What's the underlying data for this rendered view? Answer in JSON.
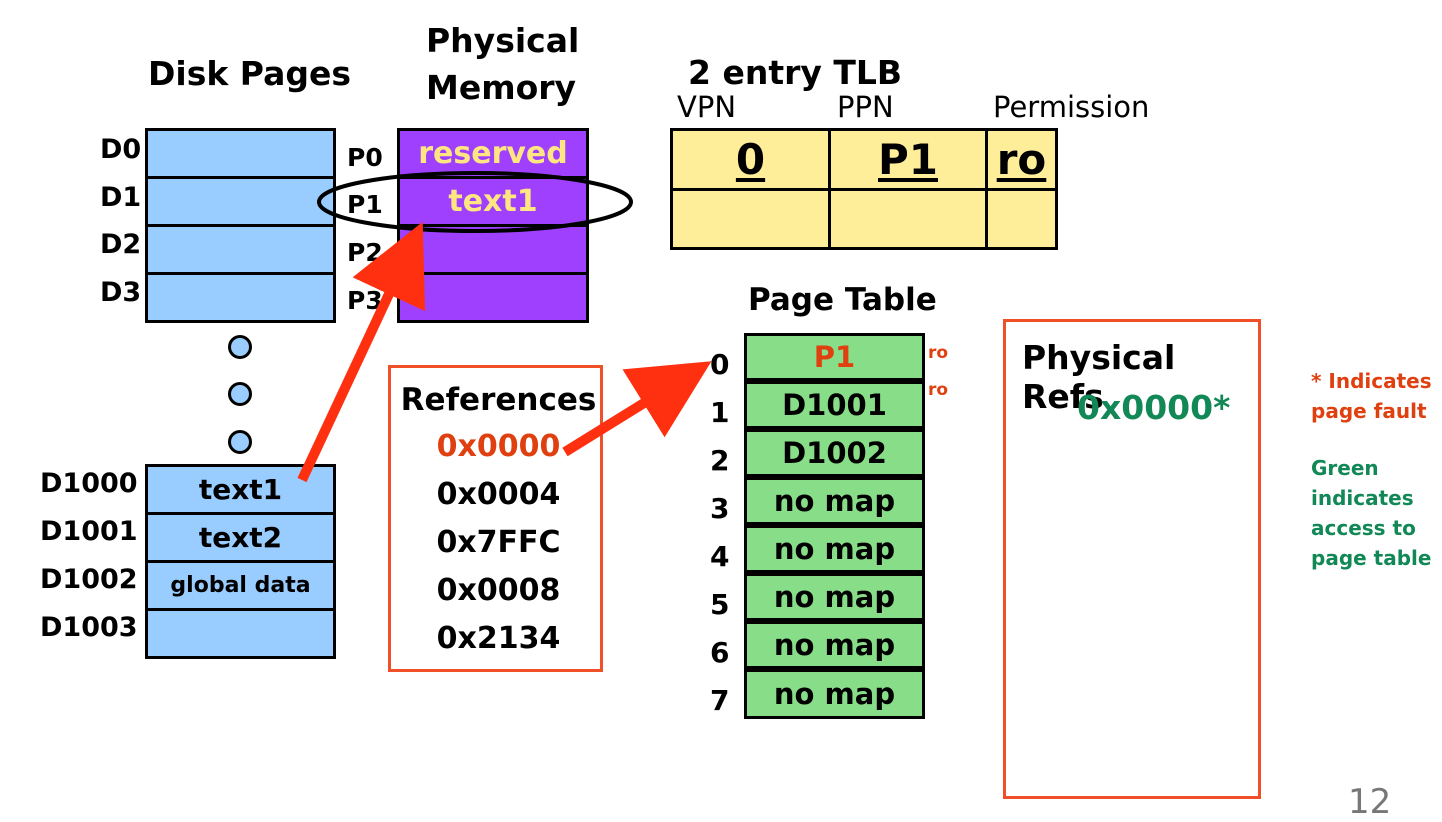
{
  "disk": {
    "title": "Disk Pages",
    "top_labels": [
      "D0",
      "D1",
      "D2",
      "D3"
    ],
    "bottom_labels": [
      "D1000",
      "D1001",
      "D1002",
      "D1003"
    ],
    "bottom_cells": [
      "text1",
      "text2",
      "global data",
      ""
    ]
  },
  "memory": {
    "title_line1": "Physical",
    "title_line2": "Memory",
    "frame_labels": [
      "P0",
      "P1",
      "P2",
      "P3"
    ],
    "cells": [
      "reserved",
      "text1",
      "",
      ""
    ]
  },
  "tlb": {
    "title": "2 entry TLB",
    "col_vpn": "VPN",
    "col_ppn": "PPN",
    "col_perm": "Permission",
    "row1": {
      "vpn": "0",
      "ppn": "P1",
      "perm": "ro"
    }
  },
  "page_table": {
    "title": "Page Table",
    "indices": [
      "0",
      "1",
      "2",
      "3",
      "4",
      "5",
      "6",
      "7"
    ],
    "entries": [
      "P1",
      "D1001",
      "D1002",
      "no map",
      "no map",
      "no map",
      "no map",
      "no map"
    ],
    "perms": [
      "ro",
      "ro"
    ]
  },
  "references": {
    "title": "References",
    "items": [
      "0x0000",
      "0x0004",
      "0x7FFC",
      "0x0008",
      "0x2134"
    ]
  },
  "physical_refs": {
    "title": "Physical Refs",
    "items": [
      "0x0000*"
    ]
  },
  "notes": {
    "fault_line1": "* Indicates",
    "fault_line2": "page fault",
    "green_line1": "Green",
    "green_line2": "indicates",
    "green_line3": "access to",
    "green_line4": "page table"
  },
  "slide_number": "12",
  "colors": {
    "disk": "#99ccff",
    "memory": "#a040ff",
    "memory_text": "#ffe680",
    "tlb": "#ffee99",
    "page_table": "#88dd88",
    "accent_red": "#e04010",
    "box_border": "#f05028",
    "green_text": "#118855",
    "arrow": "#ff3010"
  }
}
